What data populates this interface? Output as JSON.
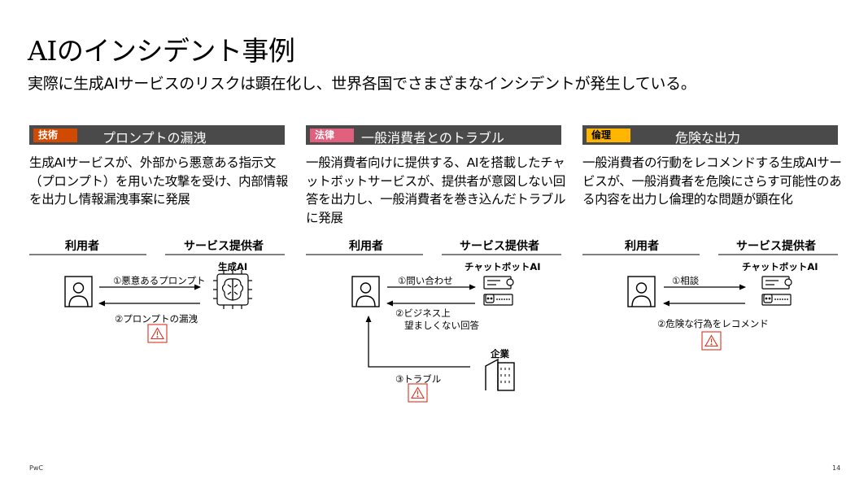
{
  "page": {
    "title": "AIのインシデント事例",
    "subtitle": "実際に生成AIサービスのリスクは顕在化し、世界各国でさまざまなインシデントが発生している。",
    "footer_left": "PwC",
    "footer_right": "14"
  },
  "columns": [
    {
      "badge": "技術",
      "badge_color": "#d04a02",
      "title": "プロンプトの漏洩",
      "description": "生成AIサービスが、外部から悪意ある指示文（プロンプト）を用いた攻撃を受け、内部情報を出力し情報漏洩事案に発展",
      "user_label": "利用者",
      "provider_label": "サービス提供者",
      "service_label": "生成AI",
      "arrow1": "①悪意あるプロンプト",
      "arrow2": "②プロンプトの漏洩"
    },
    {
      "badge": "法律",
      "badge_color": "#e0607e",
      "title": "一般消費者とのトラブル",
      "description": "一般消費者向けに提供する、AIを搭載したチャットボットサービスが、提供者が意図しない回答を出力し、一般消費者を巻き込んだトラブルに発展",
      "user_label": "利用者",
      "provider_label": "サービス提供者",
      "service_label": "チャットボットAI",
      "arrow1": "①問い合わせ",
      "arrow2_line1": "②ビジネス上",
      "arrow2_line2": "望ましくない回答",
      "company_label": "企業",
      "arrow3": "③トラブル"
    },
    {
      "badge": "倫理",
      "badge_color": "#ffb600",
      "title": "危険な出力",
      "description": "一般消費者の行動をレコメンドする生成AIサービスが、一般消費者を危険にさらす可能性のある内容を出力し倫理的な問題が顕在化",
      "user_label": "利用者",
      "provider_label": "サービス提供者",
      "service_label": "チャットボットAI",
      "arrow1": "①相談",
      "arrow2": "②危険な行為をレコメンド"
    }
  ]
}
